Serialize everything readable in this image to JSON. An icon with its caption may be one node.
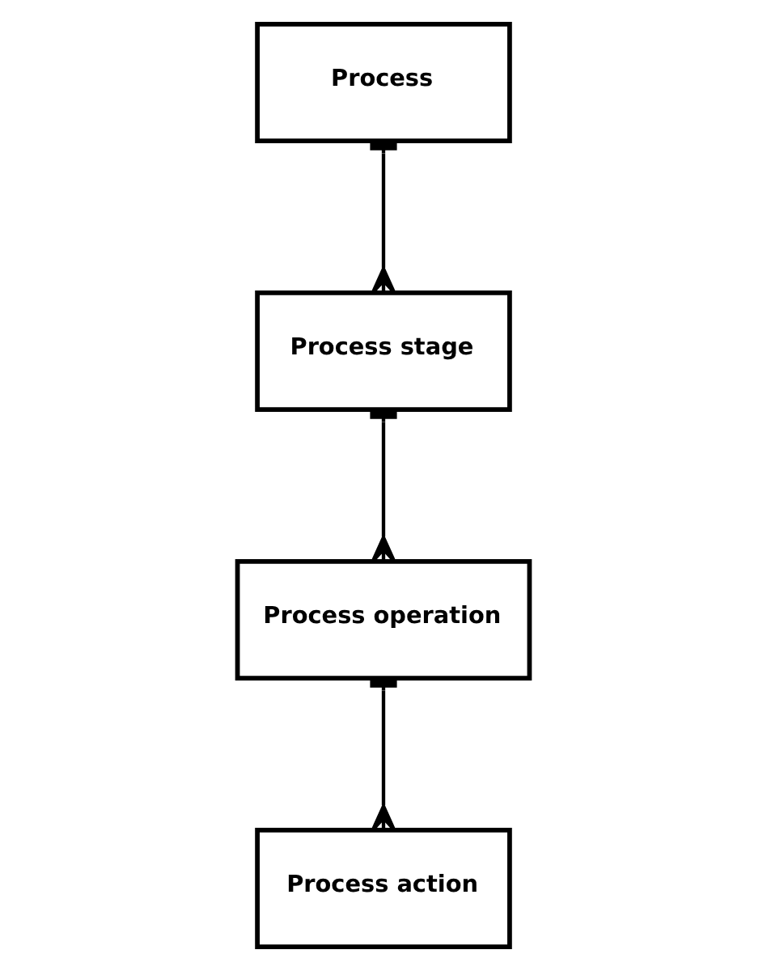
{
  "diagram": {
    "nodes": [
      {
        "text": [
          "Process"
        ]
      },
      {
        "text": [
          "Process stage"
        ]
      },
      {
        "text": [
          "Process operation"
        ]
      },
      {
        "text": [
          "Process action"
        ]
      }
    ],
    "edges": [
      {
        "from": 0,
        "to": 1,
        "arrow": "other"
      },
      {
        "from": 1,
        "to": 2,
        "arrow": "other"
      },
      {
        "from": 2,
        "to": 3,
        "arrow": "other"
      }
    ]
  }
}
